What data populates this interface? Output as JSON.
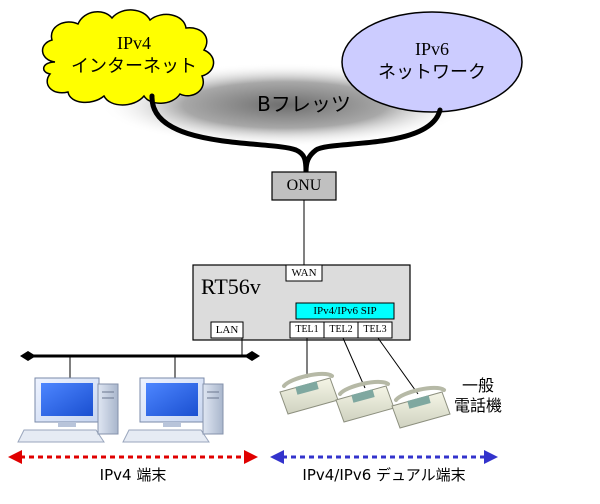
{
  "diagram": {
    "clouds": {
      "ipv4": {
        "line1": "IPv4",
        "line2": "インターネット",
        "fill": "#ffff00"
      },
      "ipv6": {
        "line1": "IPv6",
        "line2": "ネットワーク",
        "fill": "#ccccff"
      }
    },
    "bflets_label": "Bフレッツ",
    "onu": {
      "label": "ONU",
      "fill": "#c0c0c0"
    },
    "router": {
      "name": "RT56v",
      "wan": "WAN",
      "sip": "IPv4/IPv6 SIP",
      "lan": "LAN",
      "tel_ports": [
        "TEL1",
        "TEL2",
        "TEL3"
      ],
      "fill": "#dcdcdc",
      "sip_fill": "#00ffff"
    },
    "phones_label_line1": "一般",
    "phones_label_line2": "電話機",
    "left_arrow": {
      "label": "IPv4 端末",
      "color": "#e00000"
    },
    "right_arrow": {
      "label": "IPv4/IPv6 デュアル端末",
      "color": "#3333cc"
    }
  }
}
